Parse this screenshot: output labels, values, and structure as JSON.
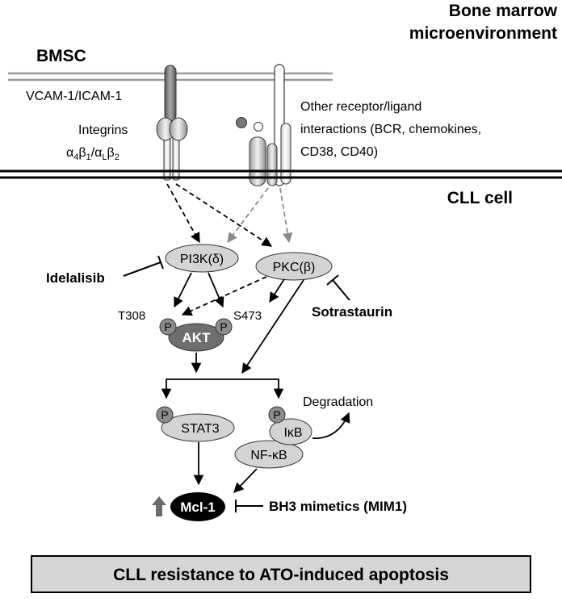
{
  "header": {
    "region_line1": "Bone marrow",
    "region_line2": "microenvironment"
  },
  "labels": {
    "bmsc": "BMSC",
    "vcam": "VCAM-1/ICAM-1",
    "integrins_line1": "Integrins",
    "other_line1": "Other receptor/ligand",
    "other_line2": "interactions (BCR, chemokines,",
    "other_line3": "CD38, CD40)",
    "cll_cell": "CLL cell"
  },
  "integrins_formula": {
    "a": "α",
    "sub1": "4",
    "b": "β",
    "sub2": "1",
    "sep": "/α",
    "sub3": "L",
    "c": "β",
    "sub4": "2"
  },
  "nodes": {
    "pi3k": "PI3K(δ)",
    "pkc": "PKC(β)",
    "akt": "AKT",
    "stat3": "STAT3",
    "ikb": "IκB",
    "nfkb": "NF-κB",
    "mcl1": "Mcl-1",
    "p": "P"
  },
  "sites": {
    "t308": "T308",
    "s473": "S473"
  },
  "inhibitors": {
    "idelalisib": "Idelalisib",
    "sotrastaurin": "Sotrastaurin",
    "bh3": "BH3 mimetics (MIM1)"
  },
  "degradation": "Degradation",
  "footer": "CLL resistance to ATO-induced apoptosis",
  "colors": {
    "membrane_outer": "#9a9a9a",
    "membrane_cell": "#000000",
    "node_fill": "#d4d4d4",
    "akt_fill": "#6e6e6e",
    "p_fill": "#8c8c8c",
    "mcl1_fill": "#000000",
    "up_arrow": "#6b6b6b",
    "dashed_gray": "#8a8a8a",
    "footer_fill": "#d6d6d6"
  }
}
